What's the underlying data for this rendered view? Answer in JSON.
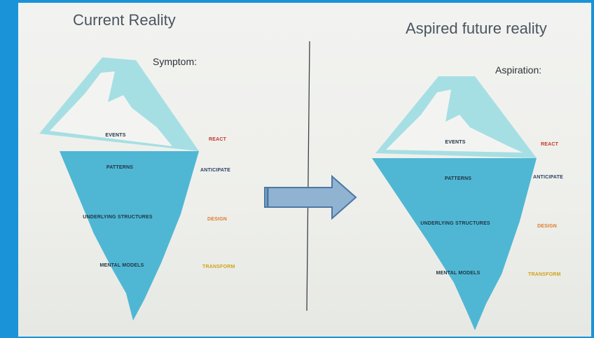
{
  "left": {
    "title": "Current Reality",
    "prompt": "Symptom:"
  },
  "right": {
    "title": "Aspired future reality",
    "prompt": "Aspiration:"
  },
  "layers": [
    "EVENTS",
    "PATTERNS",
    "UNDERLYING STRUCTURES",
    "MENTAL MODELS"
  ],
  "actions": [
    "REACT",
    "ANTICIPATE",
    "DESIGN",
    "TRANSFORM"
  ],
  "colors": {
    "screen_border": "#1a93d8",
    "ice_tip_fill": "#a6dfe3",
    "ice_tip_inner": "#f3f4f1",
    "ice_water": "#4fb7d4",
    "arrow_fill": "#8fb3d1",
    "arrow_stroke": "#4d77a4",
    "react": "#c0392b",
    "anticipate": "#2d3f66",
    "design": "#e07a2e",
    "transform": "#d1a21a"
  }
}
